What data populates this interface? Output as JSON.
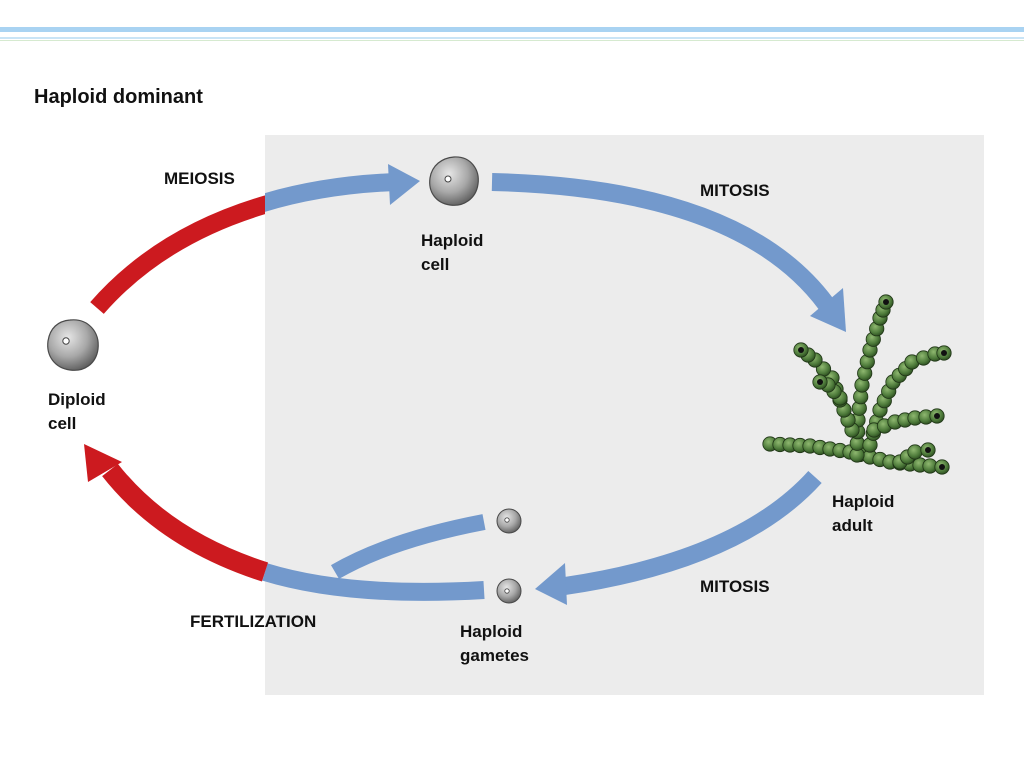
{
  "slide": {
    "title": "Haploid dominant"
  },
  "labels": {
    "meiosis": "MEIOSIS",
    "mitosis_top": "MITOSIS",
    "mitosis_bottom": "MITOSIS",
    "fertilization": "FERTILIZATION",
    "haploid_cell": "Haploid\ncell",
    "diploid_cell": "Diploid\ncell",
    "haploid_adult": "Haploid\nadult",
    "haploid_gametes": "Haploid\ngametes"
  },
  "colors": {
    "haploid_arrow": "#7399cc",
    "diploid_arrow": "#cc1a1f",
    "haploid_region": "#ececec",
    "cell": "#9a9a9a",
    "alga": "#4d7a3a"
  }
}
